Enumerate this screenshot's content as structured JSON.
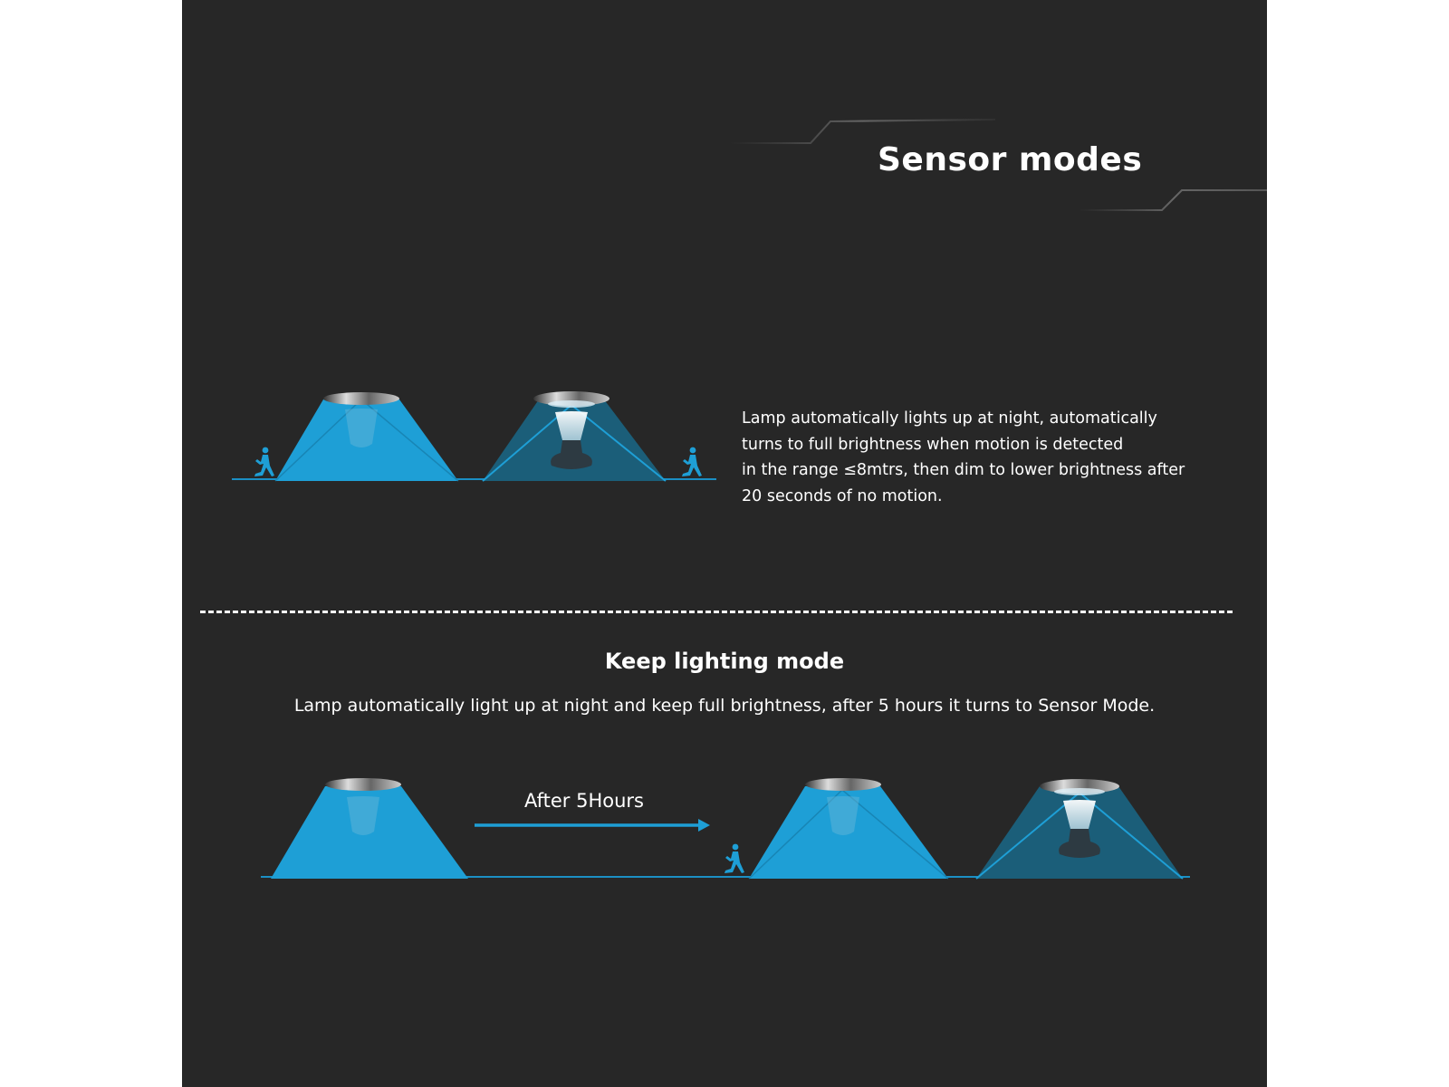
{
  "sensor_section": {
    "title": "Sensor modes",
    "description_lines": [
      "Lamp automatically lights up at night, automatically",
      "turns to full brightness when motion is detected",
      "in the range ≤8mtrs, then dim to lower brightness after",
      "20 seconds of no motion."
    ]
  },
  "keep_section": {
    "title": "Keep lighting mode",
    "description": "Lamp automatically light up at night and keep full brightness, after 5 hours it turns to Sensor Mode.",
    "arrow_label": "After 5Hours"
  },
  "colors": {
    "background": "#272727",
    "light_bright": "#1e9fd6",
    "light_dim": "#1b5e79",
    "ground": "#1b8fc4",
    "text": "#ffffff"
  },
  "icons": [
    "lamp-icon",
    "light-cone",
    "runner-icon",
    "arrow-right-icon"
  ]
}
